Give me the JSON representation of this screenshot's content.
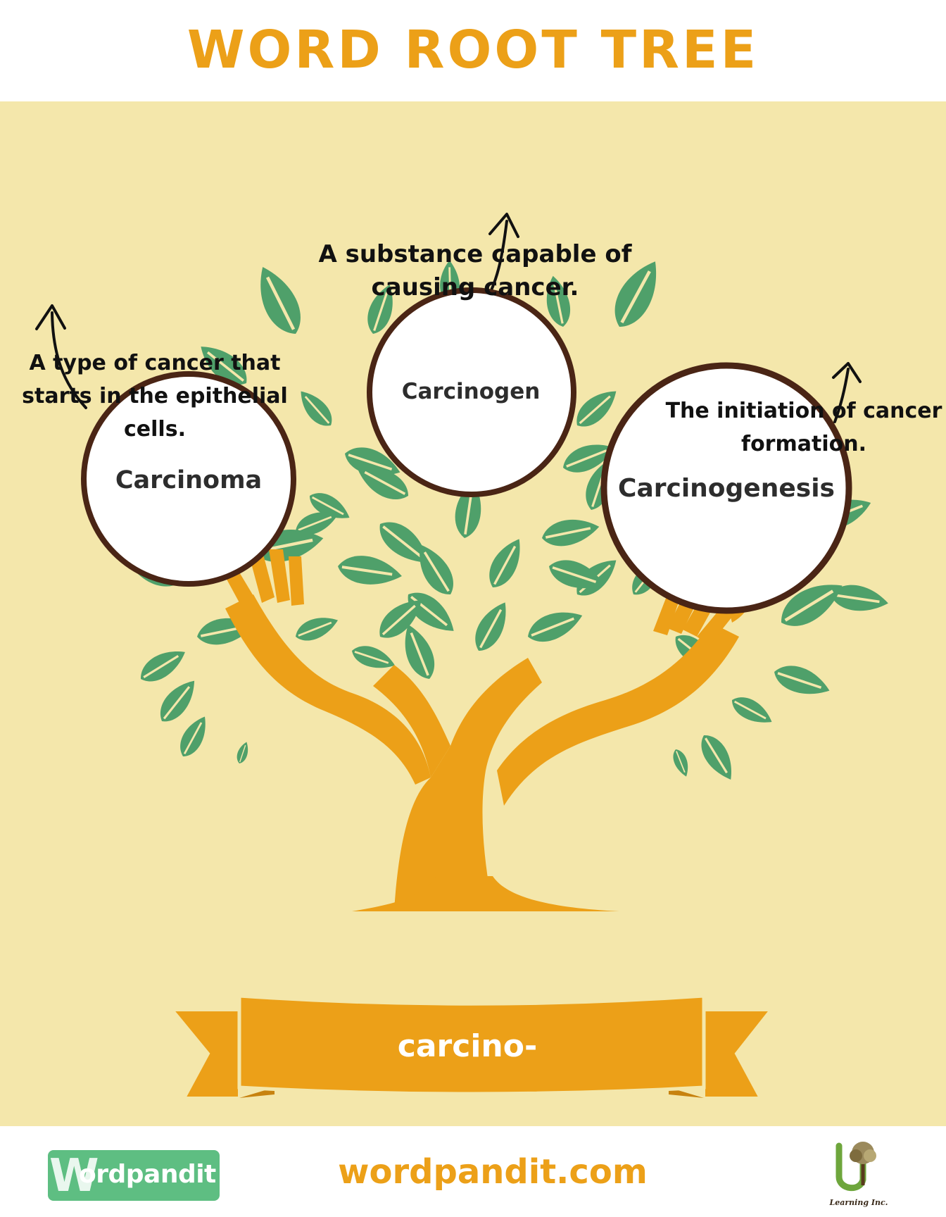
{
  "header": {
    "title": "WORD ROOT TREE"
  },
  "tree": {
    "root": "carcino-",
    "words": [
      {
        "word": "Carcinoma",
        "definition": "A type of cancer that starts in the epithelial cells."
      },
      {
        "word": "Carcinogen",
        "definition": "A substance capable of causing cancer."
      },
      {
        "word": "Carcinogenesis",
        "definition": "The initiation of cancer formation."
      }
    ]
  },
  "footer": {
    "logo_left_initial": "W",
    "logo_left_text": "ordpandit",
    "site": "wordpandit.com",
    "logo_right_text": "Learning Inc."
  },
  "colors": {
    "accent": "#ECA018",
    "panel": "#F4E7AB",
    "leaf": "#4FA06A",
    "circle_border": "#4A2515",
    "logo_green": "#5EBE82"
  }
}
